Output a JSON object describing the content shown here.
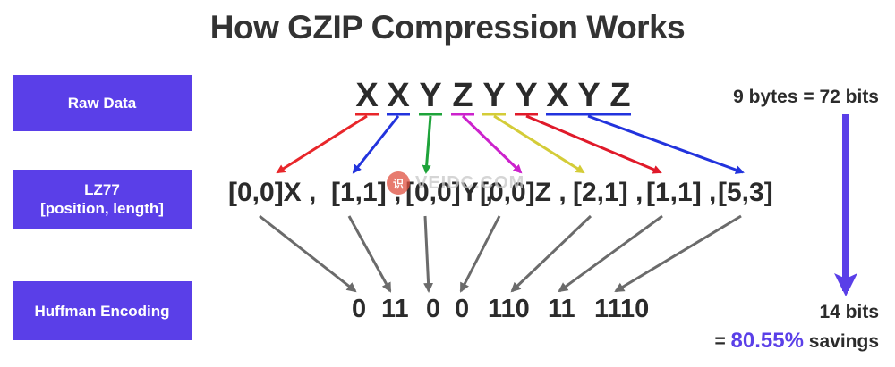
{
  "title": "How GZIP Compression Works",
  "stages": {
    "raw": "Raw Data",
    "lz77_line1": "LZ77",
    "lz77_line2": "[position, length]",
    "huffman": "Huffman Encoding"
  },
  "raw_data": [
    "X",
    "X",
    "Y",
    "Z",
    "Y",
    "Y",
    "X",
    "Y",
    "Z"
  ],
  "lz77_tokens": [
    "[0,0]X ,",
    "[1,1] ,",
    "[0,0]Y ,",
    "[0,0]Z ,",
    "[2,1] ,",
    "[1,1] ,",
    "[5,3]"
  ],
  "huffman_codes": [
    "0",
    "11",
    "0",
    "0",
    "110",
    "11",
    "1110"
  ],
  "raw_size": "9 bytes = 72 bits",
  "huffman_size": "14 bits",
  "savings_prefix": "= ",
  "savings_value": "80.55%",
  "savings_suffix": " savings",
  "watermark": {
    "logo": "识",
    "text": "VEIDC.COM"
  },
  "colors": {
    "accent": "#5a3fe8",
    "match_colors": [
      "#e8262a",
      "#2233dd",
      "#1ea33a",
      "#cc22cc",
      "#d4cc38",
      "#e01a2a",
      "#2233dd"
    ],
    "gray_arrow": "#6b6b6b"
  }
}
